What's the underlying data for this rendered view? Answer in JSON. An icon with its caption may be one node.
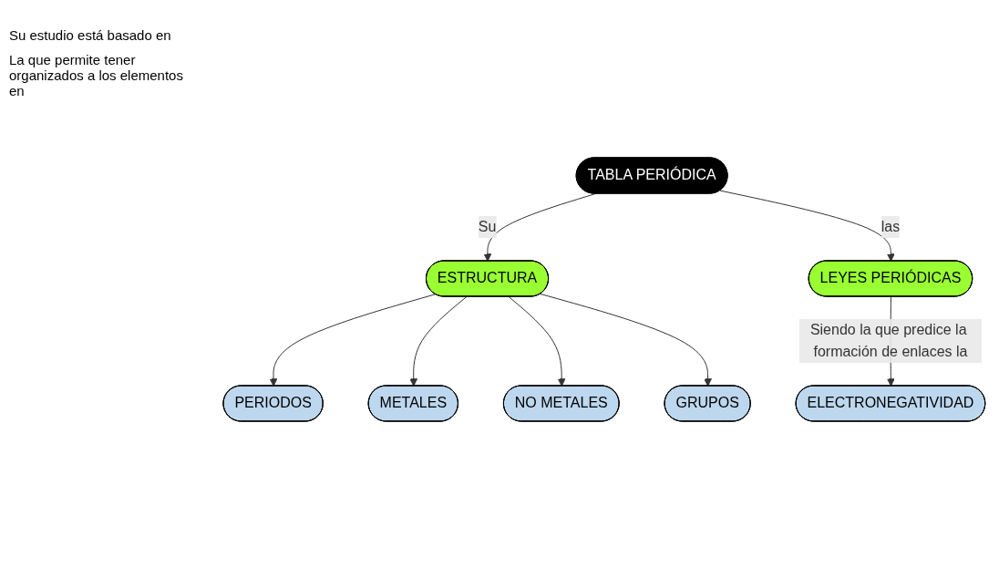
{
  "diagram": {
    "nodes": [
      {
        "text": [
          "TABLA PERIÓDICA"
        ]
      },
      {
        "text": [
          "ESTRUCTURA"
        ]
      },
      {
        "text": [
          "LEYES PERIÓDICAS"
        ]
      },
      {
        "text": [
          "PERIODOS"
        ]
      },
      {
        "text": [
          "METALES"
        ]
      },
      {
        "text": [
          "NO METALES"
        ]
      },
      {
        "text": [
          "GRUPOS"
        ]
      },
      {
        "text": [
          "ELECTRONEGATIVIDAD"
        ]
      }
    ],
    "edges": [
      {
        "from": 0,
        "to": 1,
        "arrow": "to",
        "label": "Su"
      },
      {
        "from": 0,
        "to": 2,
        "arrow": "to",
        "label": "las"
      },
      {
        "from": 1,
        "to": 3,
        "arrow": "to"
      },
      {
        "from": 1,
        "to": 4,
        "arrow": "to"
      },
      {
        "from": 1,
        "to": 5,
        "arrow": "to"
      },
      {
        "from": 1,
        "to": 6,
        "arrow": "to"
      },
      {
        "from": 2,
        "to": 7,
        "arrow": "to",
        "label": "Siendo la que predice la formación de enlaces la"
      }
    ],
    "labels": [
      "Su estudio está basado en",
      "La que permite tener organizados a los elementos en"
    ]
  }
}
